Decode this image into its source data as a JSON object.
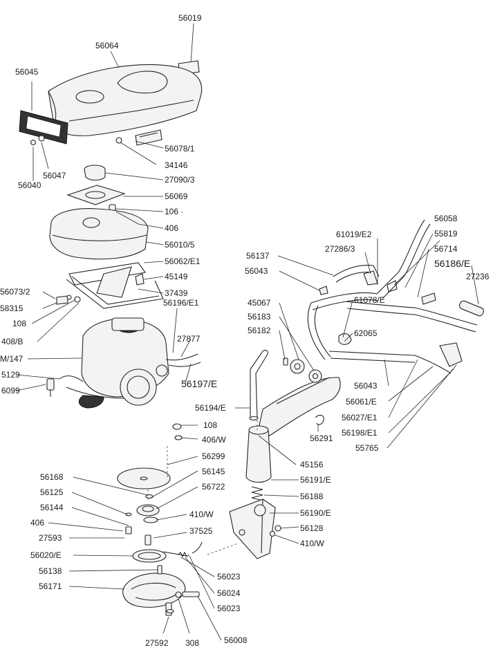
{
  "labels": {
    "p56019": "56019",
    "p56064": "56064",
    "p56045": "56045",
    "p56078_1": "56078/1",
    "p34146": "34146",
    "p56047": "56047",
    "p56040": "56040",
    "p27090_3": "27090/3",
    "p56069": "56069",
    "p106": "106 ·",
    "p406a": "406",
    "p56010_5": "56010/5",
    "p56062_E1": "56062/E1",
    "p45149": "45149",
    "p37439": "37439",
    "p56073_2": "56073/2",
    "p58315": "58315",
    "p108a": "108",
    "p408_B": "408/B",
    "p147": "M/147",
    "p5129": "5129",
    "p6099": "6099",
    "p56196_E1": "56196/E1",
    "p27877": "27877",
    "p56197_E": "56197/E",
    "p56137": "56137",
    "p61019_E2": "61019/E2",
    "p27286_3": "27286/3",
    "p56058": "56058",
    "p55819": "55819",
    "p56714": "56714",
    "p56186_E": "56186/E",
    "p27236": "27236",
    "p56043a": "56043",
    "p45067": "45067",
    "p56183": "56183",
    "p56182": "56182",
    "p61078_E": "61078/E",
    "p62065": "62065",
    "p56043b": "56043",
    "p56061_E": "56061/E",
    "p56027_E1": "56027/E1",
    "p56198_E1": "56198/E1",
    "p55765": "55765",
    "p56194_E": "56194/E",
    "p56291": "56291",
    "p45156": "45156",
    "p108b": "108",
    "p406_W": "406/W",
    "p56299": "56299",
    "p56168": "56168",
    "p56145": "56145",
    "p56125": "56125",
    "p56722": "56722",
    "p56144": "56144",
    "p410_Wa": "410/W",
    "p406b": "406",
    "p37525": "37525",
    "p27593": "27593",
    "p56020_E": "56020/E",
    "p56138": "56138",
    "p56171": "56171",
    "p56191_E": "56191/E",
    "p56188": "56188",
    "p56190_E": "56190/E",
    "p56128": "56128",
    "p410_Wb": "410/W",
    "p56023a": "56023",
    "p56024": "56024",
    "p56023b": "56023",
    "p27592": "27592",
    "p308": "308",
    "p56008": "56008"
  },
  "colors": {
    "ink": "#222222",
    "paper": "#ffffff"
  }
}
